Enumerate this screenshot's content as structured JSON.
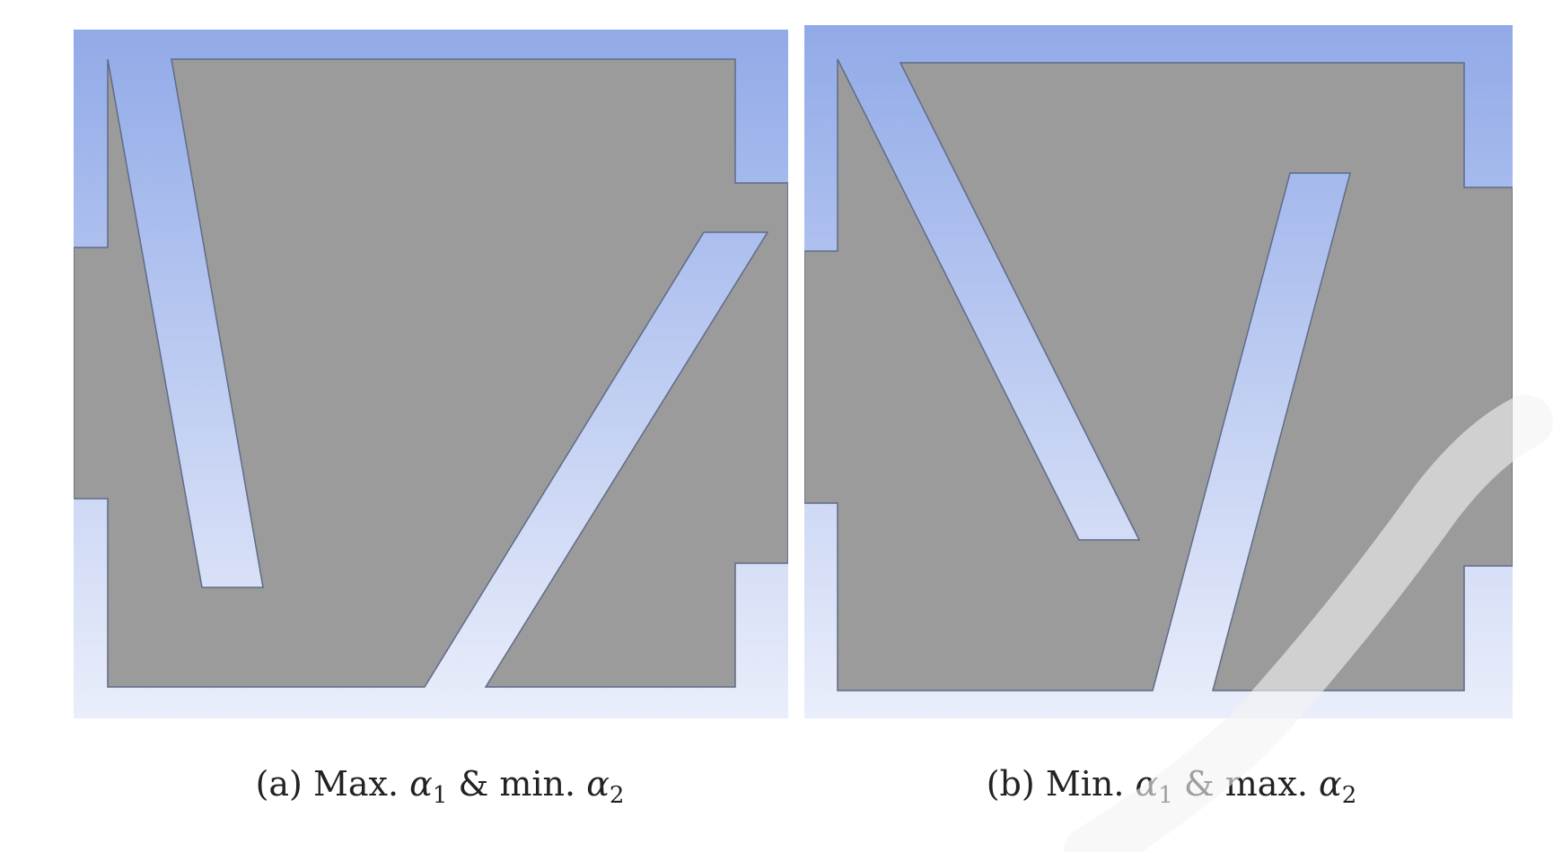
{
  "figure": {
    "panels": [
      {
        "id": "a",
        "caption": {
          "tag": "(a)",
          "text_before": "Max.",
          "symbol1": "α",
          "sub1": "1",
          "middle": "& min.",
          "symbol2": "α",
          "sub2": "2"
        }
      },
      {
        "id": "b",
        "caption": {
          "tag": "(b)",
          "text_before": "Min.",
          "symbol1": "α",
          "sub1": "1",
          "middle": "& max.",
          "symbol2": "α",
          "sub2": "2"
        }
      }
    ]
  },
  "colors": {
    "background_top": "#91aae8",
    "background_bottom": "#e9edfa",
    "body_fill": "#9b9b9b",
    "outline": "#5f6b86"
  }
}
